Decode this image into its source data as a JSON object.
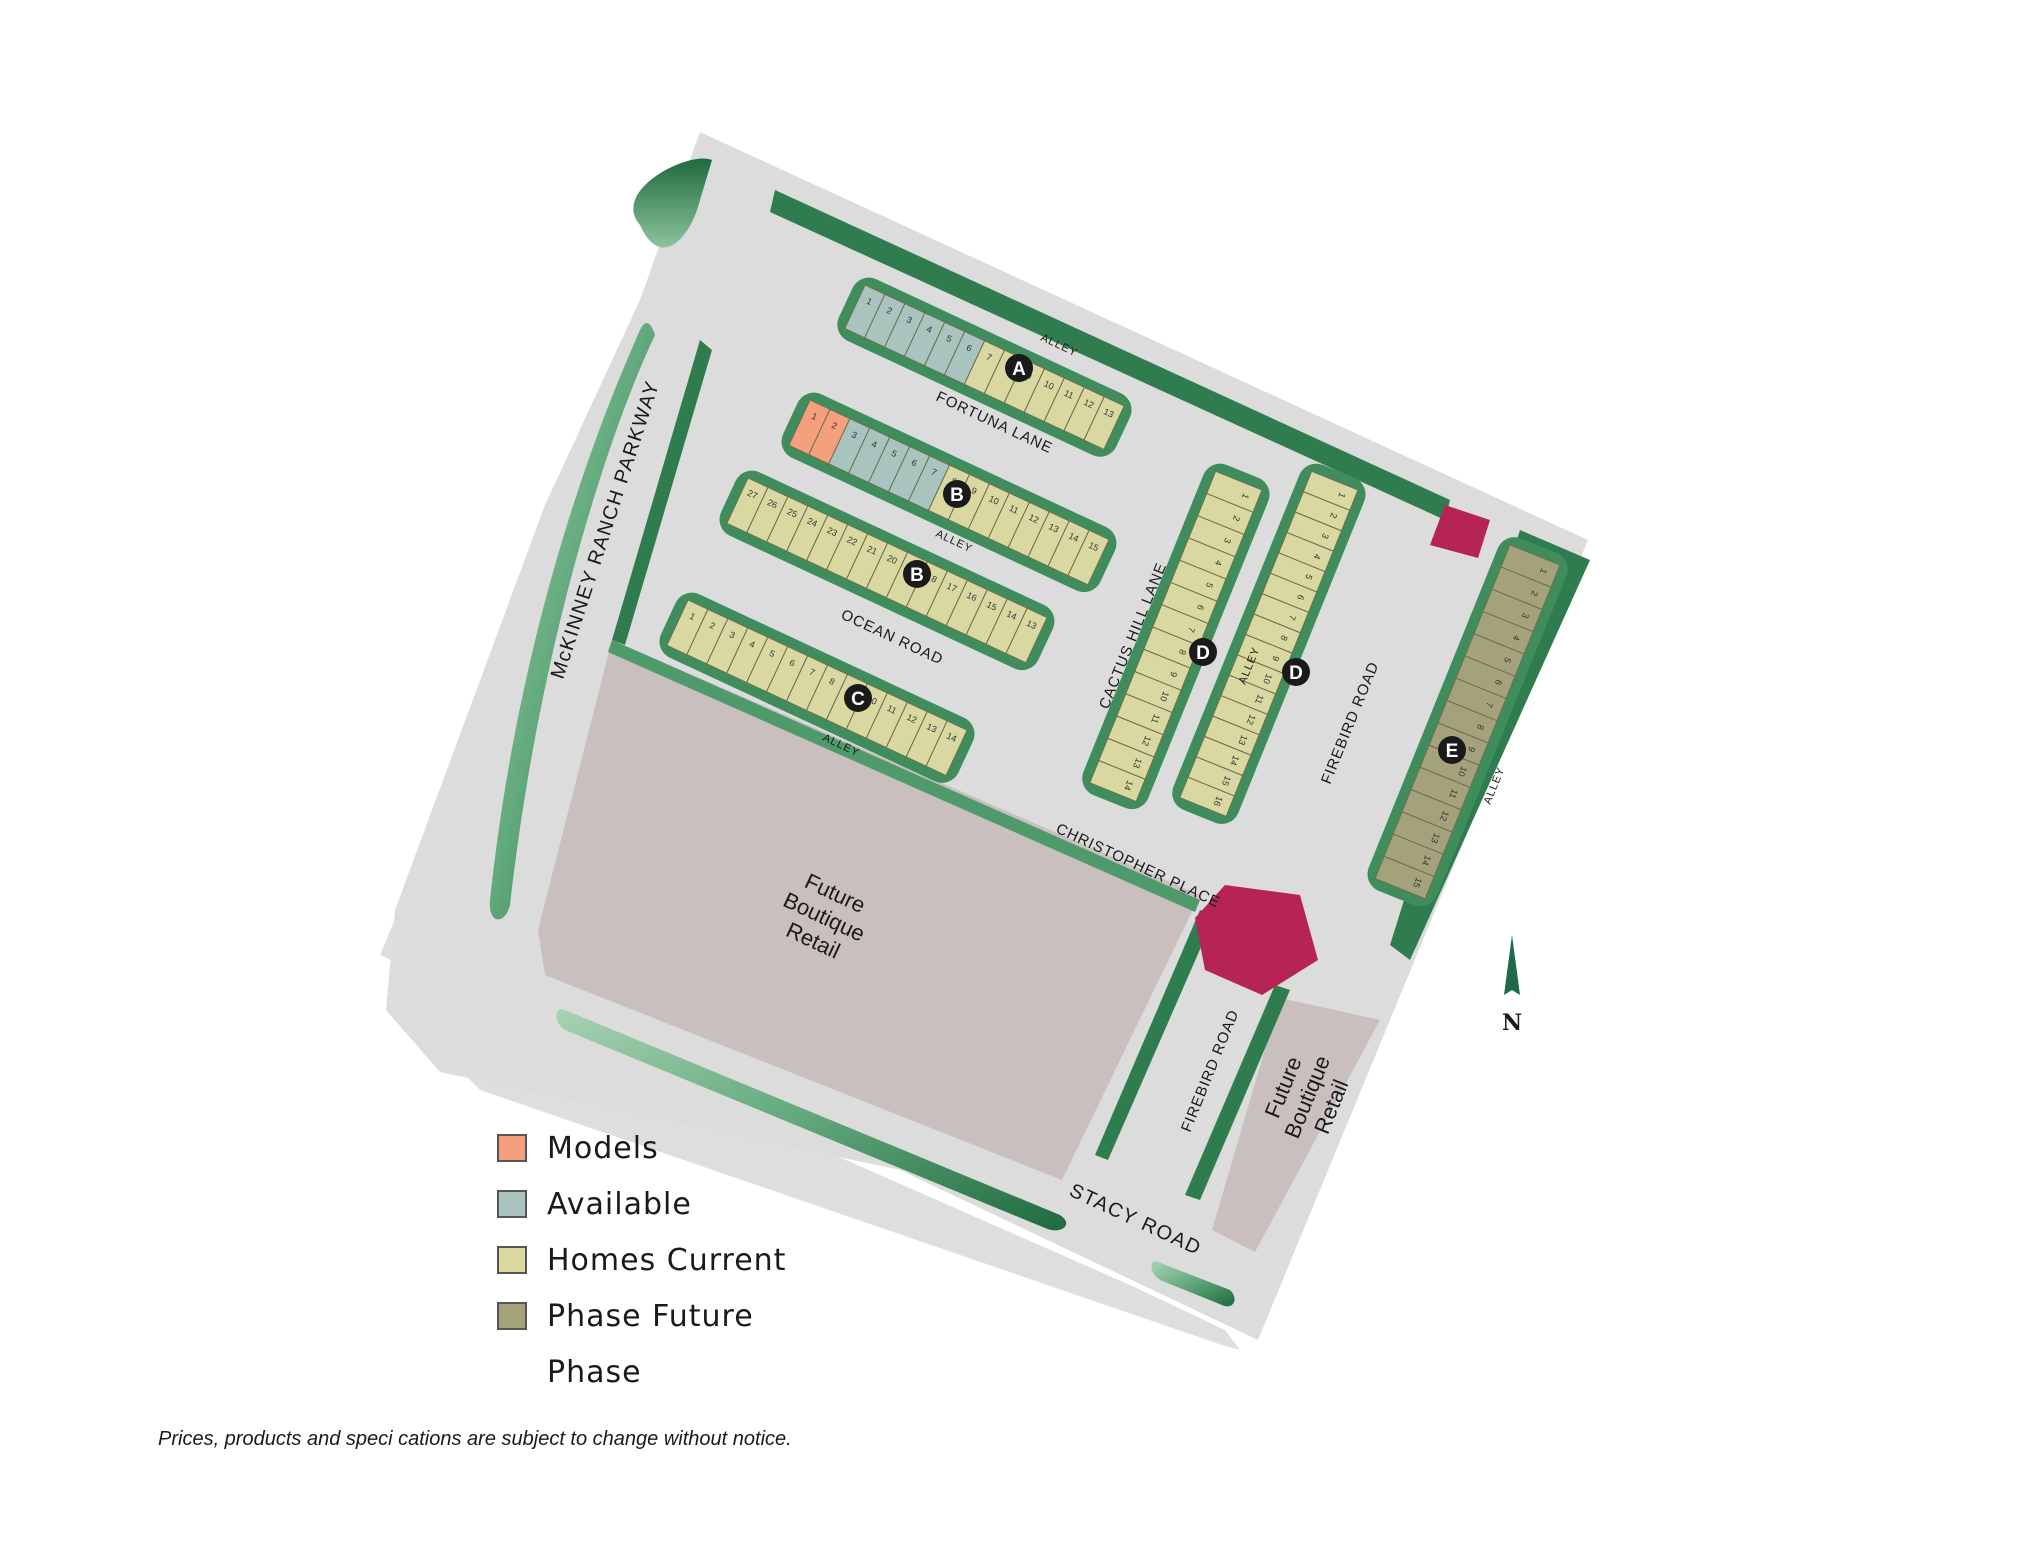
{
  "map": {
    "roads": {
      "mckinney": "McKINNEY RANCH PARKWAY",
      "fortuna": "FORTUNA LANE",
      "ocean": "OCEAN ROAD",
      "cactus": "CACTUS HILL LANE",
      "christopher": "CHRISTOPHER PLACE",
      "firebird_north": "FIREBIRD ROAD",
      "firebird_south": "FIREBIRD ROAD",
      "stacy": "STACY ROAD",
      "alley": "ALLEY"
    },
    "retail": {
      "main": [
        "Future",
        "Boutique",
        "Retail"
      ],
      "small": [
        "Future",
        "Boutique",
        "Retail"
      ]
    },
    "markers": [
      "A",
      "B",
      "B",
      "C",
      "D",
      "D",
      "E"
    ],
    "north": "N",
    "rows": {
      "A": {
        "status": [
          "available",
          "available",
          "available",
          "available",
          "available",
          "available",
          "current",
          "current",
          "current",
          "current",
          "current",
          "current",
          "current"
        ],
        "nums": [
          "1",
          "2",
          "3",
          "4",
          "5",
          "6",
          "7",
          "8",
          "9",
          "10",
          "11",
          "12",
          "13"
        ]
      },
      "B1": {
        "status": [
          "model",
          "model",
          "available",
          "available",
          "available",
          "available",
          "available",
          "current",
          "current",
          "current",
          "current",
          "current",
          "current",
          "current",
          "current"
        ],
        "nums": [
          "1",
          "2",
          "3",
          "4",
          "5",
          "6",
          "7",
          "8",
          "9",
          "10",
          "11",
          "12",
          "13",
          "14",
          "15"
        ]
      },
      "B2": {
        "status": [
          "current",
          "current",
          "current",
          "current",
          "current",
          "current",
          "current",
          "current",
          "current",
          "current",
          "current",
          "current",
          "current",
          "current",
          "current"
        ],
        "nums": [
          "27",
          "26",
          "25",
          "24",
          "23",
          "22",
          "21",
          "20",
          "19",
          "18",
          "17",
          "16",
          "15",
          "14",
          "13"
        ]
      },
      "C": {
        "status": [
          "current",
          "current",
          "current",
          "current",
          "current",
          "current",
          "current",
          "current",
          "current",
          "current",
          "current",
          "current",
          "current",
          "current"
        ],
        "nums": [
          "1",
          "2",
          "3",
          "4",
          "5",
          "6",
          "7",
          "8",
          "9",
          "10",
          "11",
          "12",
          "13",
          "14"
        ]
      },
      "D1": {
        "status": [
          "current",
          "current",
          "current",
          "current",
          "current",
          "current",
          "current",
          "current",
          "current",
          "current",
          "current",
          "current",
          "current",
          "current"
        ],
        "nums": [
          "1",
          "2",
          "3",
          "4",
          "5",
          "6",
          "7",
          "8",
          "9",
          "10",
          "11",
          "12",
          "13",
          "14"
        ]
      },
      "D2": {
        "status": [
          "current",
          "current",
          "current",
          "current",
          "current",
          "current",
          "current",
          "current",
          "current",
          "current",
          "current",
          "current",
          "current",
          "current",
          "current",
          "current"
        ],
        "nums": [
          "1",
          "2",
          "3",
          "4",
          "5",
          "6",
          "7",
          "8",
          "9",
          "10",
          "11",
          "12",
          "13",
          "14",
          "15",
          "16"
        ]
      },
      "E": {
        "status": [
          "future",
          "future",
          "future",
          "future",
          "future",
          "future",
          "future",
          "future",
          "future",
          "future",
          "future",
          "future",
          "future",
          "future",
          "future"
        ],
        "nums": [
          "1",
          "2",
          "3",
          "4",
          "5",
          "6",
          "7",
          "8",
          "9",
          "10",
          "11",
          "12",
          "13",
          "14",
          "15"
        ]
      }
    }
  },
  "legend": [
    {
      "label": "Models",
      "color": "#f4a07c"
    },
    {
      "label": "Available",
      "color": "#a9c4be"
    },
    {
      "label": "Homes Current",
      "color": "#d8d8a0"
    },
    {
      "label": "Phase Future",
      "color": "#a4a27a"
    }
  ],
  "legend_extra": "Phase",
  "disclaimer": "Prices, products and speci cations are subject to change without notice.",
  "colors": {
    "model": "#f4a07c",
    "available": "#a9c4be",
    "current": "#d8d8a0",
    "future": "#a4a27a",
    "road": "#dcdcdc",
    "green": "#2f7d4f",
    "green_light": "#9cc9a8",
    "retail": "#c9bfbf",
    "plaza": "#b52454"
  }
}
